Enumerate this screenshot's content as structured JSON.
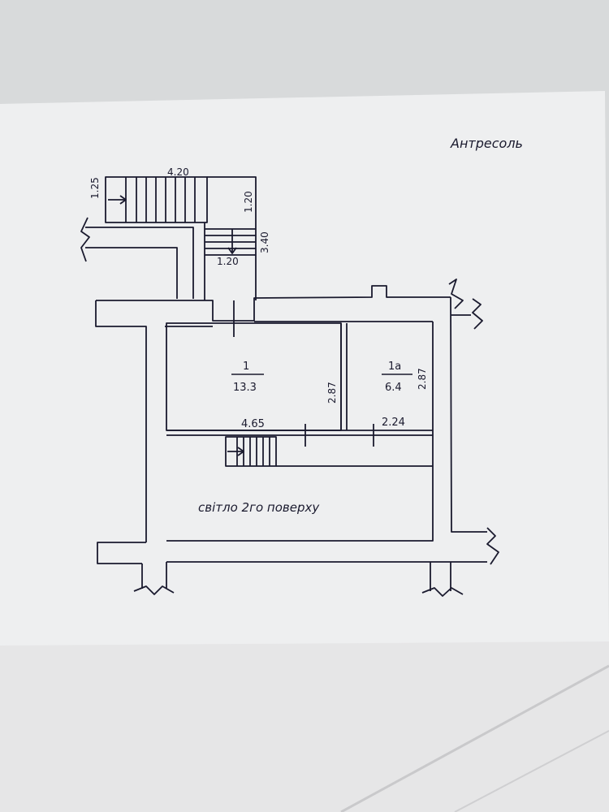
{
  "title": "Антресоль",
  "labels": {
    "stair_top_width": "4.20",
    "stair_top_depth": "1.25",
    "stair_side_width": "1.20",
    "stair_height": "3.40",
    "stair_landing": "1.20",
    "room1_number": "1",
    "room1_area": "13.3",
    "room1_height": "2.87",
    "room1a_number": "1a",
    "room1a_area": "6.4",
    "room1a_height": "2.87",
    "dim_room1_width": "4.65",
    "dim_room1a_width": "2.24",
    "light_note": "світло 2го поверху"
  },
  "colors": {
    "ink": "#1a1a2e",
    "paper": "#f2f3f4",
    "backdrop": "#dcdedf"
  }
}
